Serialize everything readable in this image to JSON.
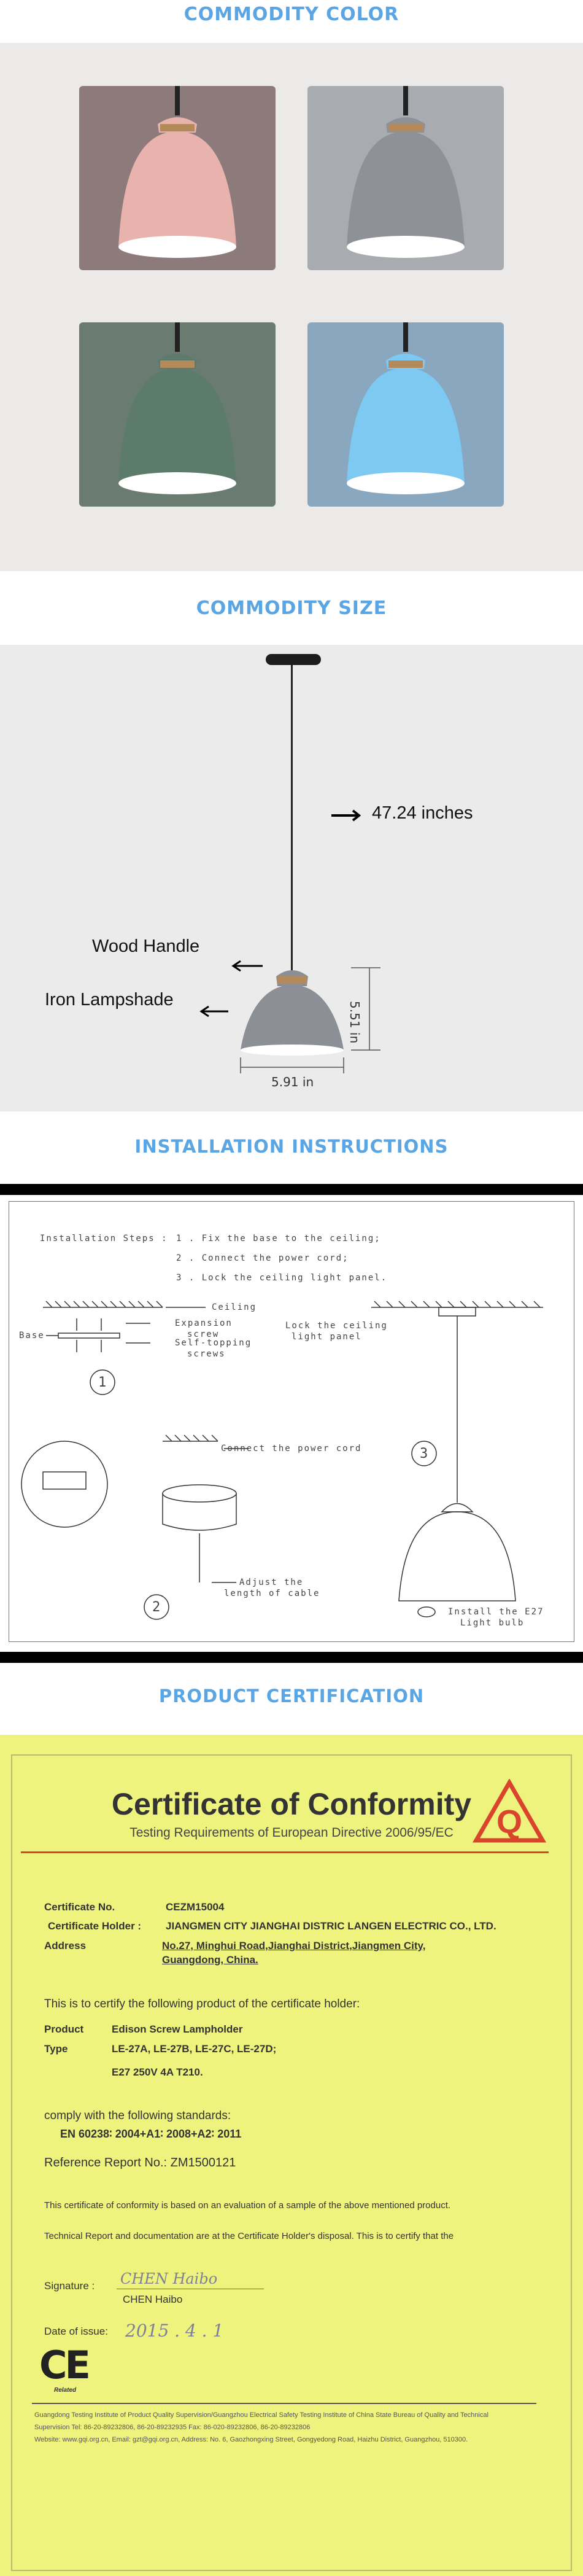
{
  "sections": {
    "color_heading": "COMMODITY COLOR",
    "size_heading": "COMMODITY SIZE",
    "install_heading": "INSTALLATION INSTRUCTIONS",
    "cert_heading": "PRODUCT CERTIFICATION"
  },
  "colors": [
    {
      "bg": "#8d7a7b",
      "shade": "#e9b3ad",
      "inner": "#ffffff"
    },
    {
      "bg": "#a8abaf",
      "shade": "#8e9297",
      "inner": "#ffffff"
    },
    {
      "bg": "#6a7c72",
      "shade": "#5d7b6b",
      "inner": "#ffffff"
    },
    {
      "bg": "#89a8c0",
      "shade": "#7ec9f2",
      "inner": "#ffffff"
    }
  ],
  "size": {
    "cable_length": "47.24 inches",
    "handle_label": "Wood Handle",
    "shade_label": "Iron Lampshade",
    "height": "5.51 in",
    "width": "5.91 in",
    "shade_color": "#8c9096"
  },
  "install": {
    "steps_title": "Installation Steps :",
    "step1": "1 . Fix the base to the ceiling;",
    "step2": "2 . Connect the power cord;",
    "step3": "3 . Lock the ceiling light panel.",
    "ceiling": "Ceiling",
    "expansion": "Expansion",
    "screw": "screw",
    "base": "Base",
    "self_tapping": "Self-topping",
    "screws": "screws",
    "lock_panel_1": "Lock the ceiling",
    "lock_panel_2": "light panel",
    "connect_cord": "Connect the power cord",
    "adjust_1": "Adjust the",
    "adjust_2": "length of cable",
    "bulb_1": "Install the E27",
    "bulb_2": "Light bulb",
    "num1": "1",
    "num2": "2",
    "num3": "3"
  },
  "cert": {
    "title": "Certificate of Conformity",
    "subtitle": "Testing Requirements of European Directive 2006/95/EC",
    "no_label": "Certificate No.",
    "no_value": "CEZM15004",
    "holder_label": "Certificate Holder :",
    "holder_value": "JIANGMEN CITY JIANGHAI DISTRIC LANGEN ELECTRIC CO., LTD.",
    "address_label": "Address",
    "address_value_1": "No.27, Minghui Road,Jianghai District,Jiangmen City,",
    "address_value_2": "Guangdong, China.",
    "certify_text": "This is to certify the following product of the certificate holder:",
    "product_label": "Product",
    "product_value": "Edison Screw Lampholder",
    "type_label": "Type",
    "type_value_1": "LE-27A, LE-27B, LE-27C, LE-27D;",
    "type_value_2": "E27 250V 4A T210.",
    "comply_text": "comply with the following standards:",
    "standard": "EN 60238∶ 2004+A1∶ 2008+A2∶ 2011",
    "report": "Reference Report No.: ZM1500121",
    "basis": "This certificate of conformity is based on an evaluation of a sample of the above mentioned product.",
    "tech": "Technical Report and documentation are at the Certificate Holder's disposal. This is to certify that the",
    "signature_label": "Signature :",
    "signature_script": "CHEN Haibo",
    "signature_name": "CHEN Haibo",
    "date_label": "Date of issue:",
    "date_script": "2015 . 4 . 1",
    "ce_mark": "CE",
    "ce_sub": "Related",
    "footer_1": "Guangdong Testing Institute of Product Quality Supervision/Guangzhou Electrical Safety Testing Institute of China State Bureau of Quality and Technical",
    "footer_2": "Supervision   Tel: 86-20-89232806,  86-20-89232935  Fax: 86-020-89232806,   86-20-89232806",
    "footer_3": "Website: www.gqi.org.cn,  Email: gzt@gqi.org.cn,   Address: No. 6, Gaozhongxing Street, Gongyedong Road,  Haizhu District, Guangzhou, 510300.",
    "logo_letter": "Q",
    "red": "#d8452c"
  }
}
